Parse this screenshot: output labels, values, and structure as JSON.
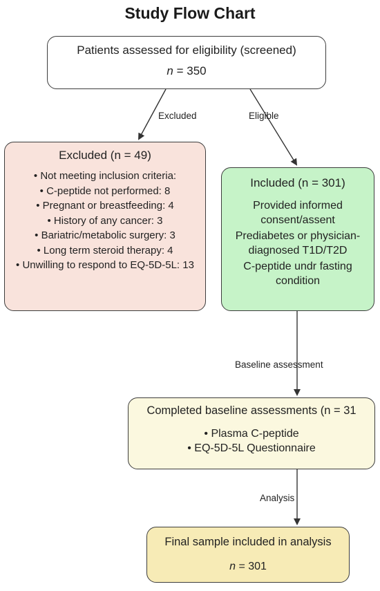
{
  "title": "Study Flow Chart",
  "screened": {
    "label": "Patients assessed for eligibility (screened)",
    "n_prefix": "n",
    "n_value": "= 350"
  },
  "arrows": {
    "excluded": "Excluded",
    "eligible": "Eligible",
    "baseline": "Baseline assessment",
    "analysis": "Analysis"
  },
  "excluded": {
    "header": "Excluded (n = 49)",
    "items": [
      "• Not meeting inclusion criteria:",
      "• C-peptide not performed: 8",
      "• Pregnant or breastfeeding: 4",
      "• History of any cancer: 3",
      "• Bariatric/metabolic surgery: 3",
      "• Long term steroid therapy: 4",
      "• Unwilling to respond to EQ-5D-5L: 13"
    ]
  },
  "included": {
    "header": "Included (n = 301)",
    "items": [
      "Provided informed consent/assent",
      "Prediabetes or physician-diagnosed T1D/T2D",
      "C-peptide undr fasting condition"
    ]
  },
  "baseline": {
    "header": "Completed baseline assessments (n = 31",
    "items": [
      "• Plasma C-peptide",
      "• EQ-5D-5L Questionnaire"
    ]
  },
  "final": {
    "label": "Final sample included in analysis",
    "n_prefix": "n",
    "n_value": "= 301"
  },
  "colors": {
    "excluded_fill": "#f9e3dc",
    "included_fill": "#c6f3c8",
    "baseline_fill": "#fbf8df",
    "final_fill": "#f7ebb6",
    "stroke": "#3c3c3c"
  }
}
